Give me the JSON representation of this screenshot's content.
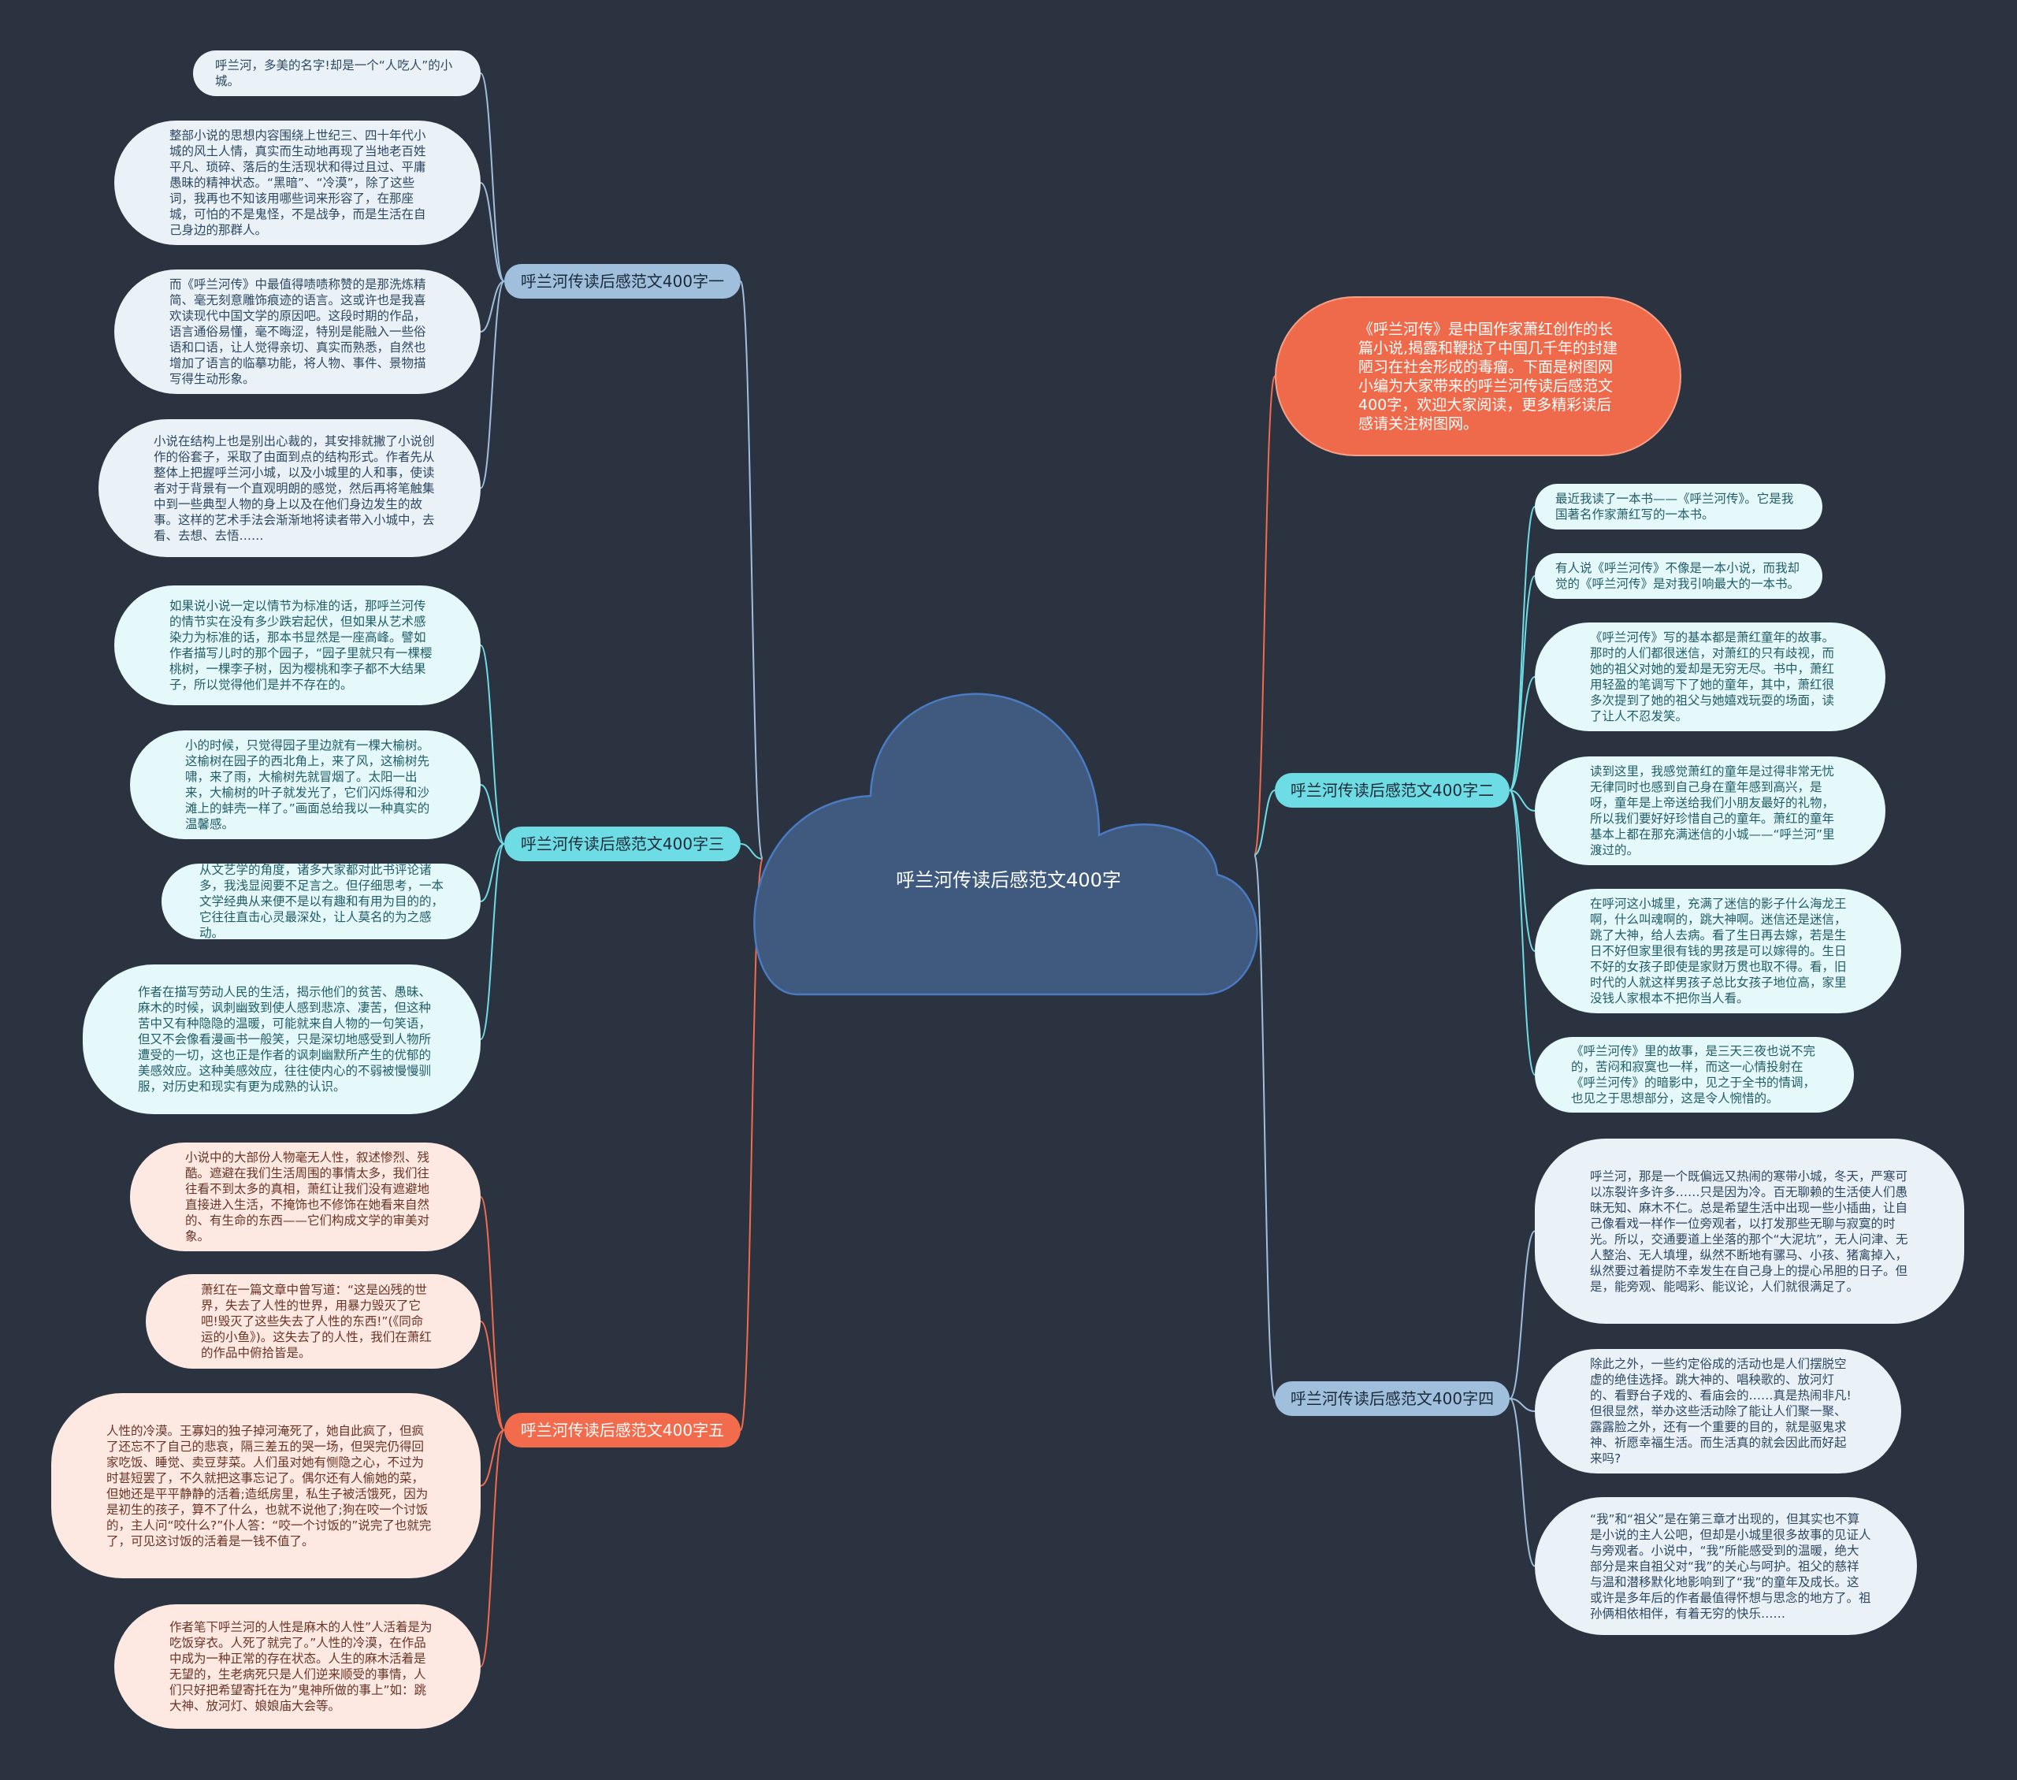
{
  "center": {
    "title": "呼兰河传读后感范文400字"
  },
  "intro": {
    "text": "《呼兰河传》是中国作家萧红创作的长篇小说,揭露和鞭挞了中国几千年的封建陋习在社会形成的毒瘤。下面是树图网小编为大家带来的呼兰河传读后感范文400字，欢迎大家阅读，更多精彩读后感请关注树图网。"
  },
  "colors": {
    "background": "#2b3240",
    "cloud": "#3f5a7e",
    "blue": "#9fbfdc",
    "cyan": "#6edce4",
    "orange": "#f26b4c"
  },
  "branches": [
    {
      "label": "呼兰河传读后感范文400字一",
      "leaves": [
        "呼兰河，多美的名字!却是一个“人吃人”的小城。",
        "整部小说的思想内容围绕上世纪三、四十年代小城的风土人情，真实而生动地再现了当地老百姓平凡、琐碎、落后的生活现状和得过且过、平庸愚昧的精神状态。“黑暗”、“冷漠”，除了这些词，我再也不知该用哪些词来形容了，在那座城，可怕的不是鬼怪，不是战争，而是生活在自己身边的那群人。",
        "而《呼兰河传》中最值得啧啧称赞的是那洗炼精简、毫无刻意雕饰痕迹的语言。这或许也是我喜欢读现代中国文学的原因吧。这段时期的作品，语言通俗易懂，毫不晦涩，特别是能融入一些俗语和口语，让人觉得亲切、真实而熟悉，自然也增加了语言的临摹功能，将人物、事件、景物描写得生动形象。",
        "小说在结构上也是别出心裁的，其安排就撇了小说创作的俗套子，采取了由面到点的结构形式。作者先从整体上把握呼兰河小城，以及小城里的人和事，使读者对于背景有一个直观明朗的感觉，然后再将笔触集中到一些典型人物的身上以及在他们身边发生的故事。这样的艺术手法会渐渐地将读者带入小城中，去看、去想、去悟……"
      ]
    },
    {
      "label": "呼兰河传读后感范文400字三",
      "leaves": [
        "如果说小说一定以情节为标准的话，那呼兰河传的情节实在没有多少跌宕起伏，但如果从艺术感染力为标准的话，那本书显然是一座高峰。譬如作者描写儿时的那个园子，“园子里就只有一棵樱桃树，一棵李子树，因为樱桃和李子都不大结果子，所以觉得他们是并不存在的。",
        "小的时候，只觉得园子里边就有一棵大榆树。这榆树在园子的西北角上，来了风，这榆树先啸，来了雨，大榆树先就冒烟了。太阳一出来，大榆树的叶子就发光了，它们闪烁得和沙滩上的蚌壳一样了。”画面总给我以一种真实的温馨感。",
        "从文艺学的角度，诸多大家都对此书评论诸多，我浅显阅要不足言之。但仔细思考，一本文学经典从来便不是以有趣和有用为目的的，它往往直击心灵最深处，让人莫名的为之感动。",
        "作者在描写劳动人民的生活，揭示他们的贫苦、愚昧、麻木的时候，讽刺幽致到使人感到悲凉、凄苦，但这种苦中又有种隐隐的温暖，可能就来自人物的一句笑语，但又不会像看漫画书一般笑，只是深切地感受到人物所遭受的一切，这也正是作者的讽刺幽默所产生的优郁的美感效应。这种美感效应，往往使内心的不弱被慢慢驯服，对历史和现实有更为成熟的认识。"
      ]
    },
    {
      "label": "呼兰河传读后感范文400字五",
      "leaves": [
        "小说中的大部份人物毫无人性，叙述惨烈、残酷。遮避在我们生活周围的事情太多，我们往往看不到太多的真相，萧红让我们没有遮避地直接进入生活，不掩饰也不修饰在她看来自然的、有生命的东西——它们构成文学的审美对象。",
        "萧红在一篇文章中曾写道：“这是凶残的世界，失去了人性的世界，用暴力毁灭了它吧!毁灭了这些失去了人性的东西!”(《同命运的小鱼》)。这失去了的人性，我们在萧红的作品中俯拾皆是。",
        "人性的冷漠。王寡妇的独子掉河淹死了，她自此疯了，但疯了还忘不了自己的悲哀，隔三差五的哭一场，但哭完仍得回家吃饭、睡觉、卖豆芽菜。人们虽对她有恻隐之心，不过为时甚短罢了，不久就把这事忘记了。偶尔还有人偷她的菜，但她还是平平静静的活着;造纸房里，私生子被活饿死，因为是初生的孩子，算不了什么，也就不说他了;狗在咬一个讨饭的，主人问“咬什么?”仆人答：“咬一个讨饭的”说完了也就完了，可见这讨饭的活着是一钱不值了。",
        "作者笔下呼兰河的人性是麻木的人性”人活着是为吃饭穿衣。人死了就完了。”人性的冷漠，在作品中成为一种正常的存在状态。人生的麻木活着是无望的，生老病死只是人们逆来顺受的事情，人们只好把希望寄托在为”鬼神所做的事上”如：跳大神、放河灯、娘娘庙大会等。"
      ]
    },
    {
      "label": "呼兰河传读后感范文400字二",
      "leaves": [
        "最近我读了一本书——《呼兰河传》。它是我国著名作家萧红写的一本书。",
        "有人说《呼兰河传》不像是一本小说，而我却觉的《呼兰河传》是对我引响最大的一本书。",
        "《呼兰河传》写的基本都是萧红童年的故事。那时的人们都很迷信，对萧红的只有歧视，而她的祖父对她的爱却是无穷无尽。书中，萧红用轻盈的笔调写下了她的童年，其中，萧红很多次提到了她的祖父与她嬉戏玩耍的场面，读了让人不忍发笑。",
        "读到这里，我感觉萧红的童年是过得非常无忧无律同时也感到自己身在童年感到高兴，是呀，童年是上帝送给我们小朋友最好的礼物，所以我们要好好珍惜自己的童年。萧红的童年基本上都在那充满迷信的小城——“呼兰河”里渡过的。",
        "在呼河这小城里，充满了迷信的影子什么海龙王啊，什么叫魂啊的，跳大神啊。迷信还是迷信，跳了大神，给人去病。看了生日再去嫁，若是生日不好但家里很有钱的男孩是可以嫁得的。生日不好的女孩子即使是家财万贯也取不得。看，旧时代的人就这样男孩子总比女孩子地位高，家里没钱人家根本不把你当人看。",
        "《呼兰河传》里的故事，是三天三夜也说不完的，苦闷和寂寞也一样，而这一心情投射在《呼兰河传》的暗影中，见之于全书的情调，也见之于思想部分，这是令人惋惜的。"
      ]
    },
    {
      "label": "呼兰河传读后感范文400字四",
      "leaves": [
        "呼兰河，那是一个既偏远又热闹的寒带小城，冬天，严寒可以冻裂许多许多……只是因为冷。百无聊赖的生活使人们愚昧无知、麻木不仁。总是希望生活中出现一些小插曲，让自己像看戏一样作一位旁观者，以打发那些无聊与寂寞的时光。所以，交通要道上坐落的那个“大泥坑”，无人问津、无人整治、无人填埋，纵然不断地有骡马、小孩、猪禽掉入，纵然要过着提防不幸发生在自己身上的提心吊胆的日子。但是，能旁观、能喝彩、能议论，人们就很满足了。",
        "除此之外，一些约定俗成的活动也是人们摆脱空虚的绝佳选择。跳大神的、唱秧歌的、放河灯的、看野台子戏的、看庙会的……真是热闹非凡!但很显然，举办这些活动除了能让人们聚一聚、露露脸之外，还有一个重要的目的，就是驱鬼求神、祈愿幸福生活。而生活真的就会因此而好起来吗?",
        "“我”和“祖父”是在第三章才出现的，但其实也不算是小说的主人公吧，但却是小城里很多故事的见证人与旁观者。小说中，“我”所能感受到的温暖，绝大部分是来自祖父对“我”的关心与呵护。祖父的慈祥与温和潜移默化地影响到了“我”的童年及成长。这或许是多年后的作者最值得怀想与思念的地方了。祖孙俩相依相伴，有着无穷的快乐……"
      ]
    }
  ]
}
